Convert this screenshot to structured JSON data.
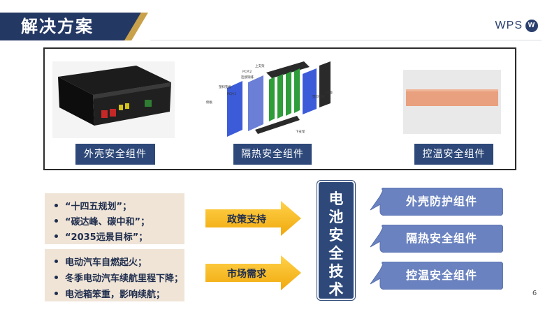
{
  "header": {
    "title": "解决方案",
    "brand": "WPS",
    "brand_mark": "W"
  },
  "components": {
    "shell_label": "外壳安全组件",
    "insulation_label": "隔热安全组件",
    "temp_control_label": "控温安全组件",
    "diagram_labels": {
      "top_bracket": "上支架",
      "pc_sheet_2": "PC片2",
      "connector_bar": "连接铜排",
      "pc_sheet_1": "PC片1",
      "plastic_end_plate_1": "塑料垫板",
      "plastic_end_plate_2": "塑料垫板",
      "side_plate_left": "侧板",
      "side_plate_right": "侧板",
      "bottom_bracket": "下支架"
    }
  },
  "drivers": {
    "policy_items": [
      "“十四五规划”；",
      "“碳达峰、碳中和”；",
      "“2035远景目标”；"
    ],
    "market_items": [
      "电动汽车自燃起火；",
      "冬季电动汽车续航里程下降；",
      "电池箱笨重，影响续航；"
    ]
  },
  "arrows": {
    "policy_label": "政策支持",
    "market_label": "市场需求"
  },
  "core": {
    "chars": [
      "电",
      "池",
      "安",
      "全",
      "技",
      "术"
    ]
  },
  "outcomes": [
    "外壳防护组件",
    "隔热安全组件",
    "控温安全组件"
  ],
  "page_number": "6",
  "colors": {
    "navy": "#2d4879",
    "header_navy": "#243864",
    "gold": "#c9a14a",
    "beige": "#efe4d6",
    "bubble": "#6a82bf",
    "arrow_yellow": "#f5b81f",
    "copper": "#e8a07e"
  }
}
